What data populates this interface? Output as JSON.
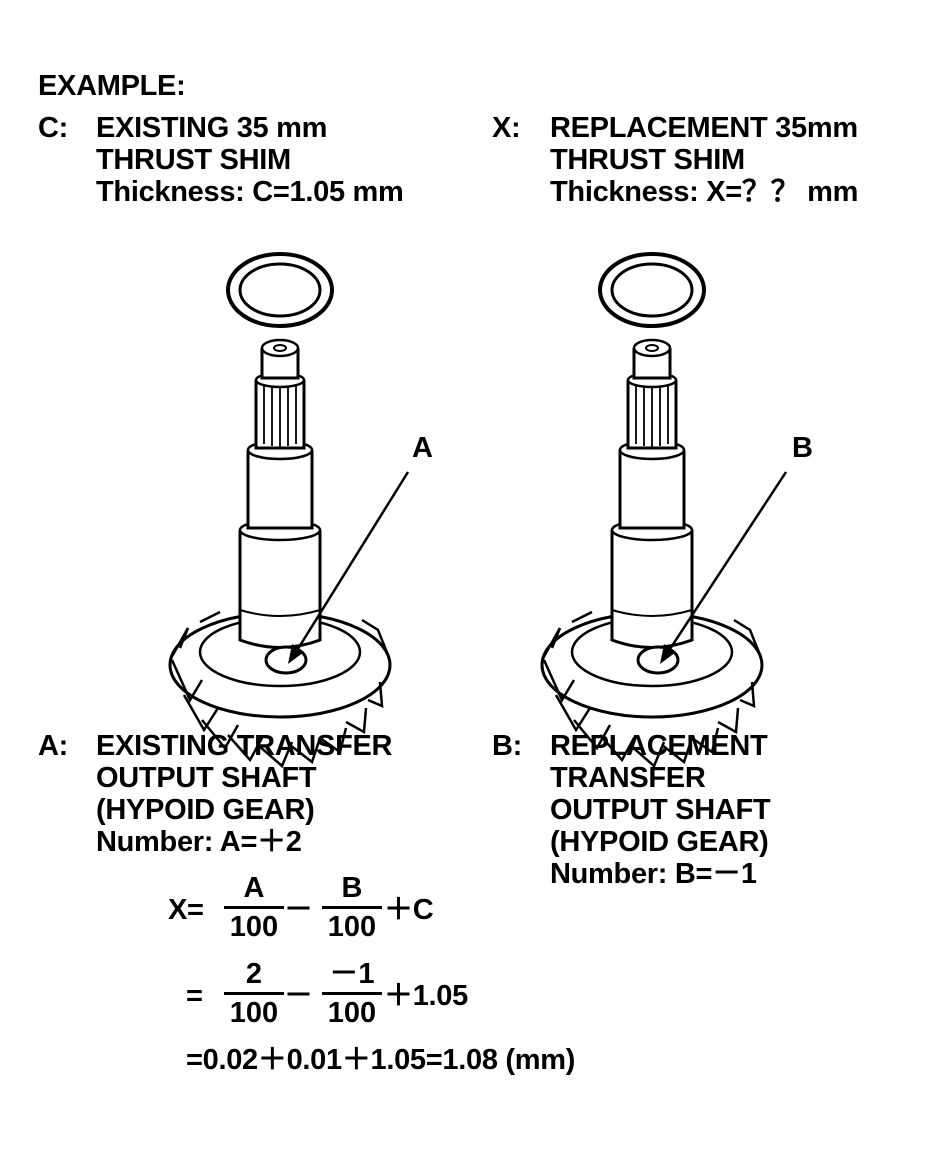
{
  "heading": "EXAMPLE:",
  "left_shim": {
    "letter": "C:",
    "line1": "EXISTING 35 mm",
    "line2": "THRUST SHIM",
    "line3": "Thickness: C=1.05 mm"
  },
  "right_shim": {
    "letter": "X:",
    "line1": "REPLACEMENT 35mm",
    "line2": "THRUST SHIM",
    "line3": "Thickness: X=？？ mm"
  },
  "callouts": {
    "left": "A",
    "right": "B"
  },
  "left_shaft": {
    "letter": "A:",
    "line1": "EXISTING TRANSFER",
    "line2": "OUTPUT SHAFT",
    "line3": "(HYPOID GEAR)",
    "line4": "Number: A=＋2"
  },
  "right_shaft": {
    "letter": "B:",
    "line1": "REPLACEMENT",
    "line2": "TRANSFER",
    "line3": "OUTPUT SHAFT",
    "line4": "(HYPOID GEAR)",
    "line5": "Number: B=－1"
  },
  "formula": {
    "row1": {
      "lead": "X=",
      "frac1_num": "A",
      "frac1_den": "100",
      "op1": "－",
      "frac2_num": "B",
      "frac2_den": "100",
      "tail": "＋C"
    },
    "row2": {
      "lead": "=",
      "frac1_num": "2",
      "frac1_den": "100",
      "op1": "－",
      "frac2_num": "－1",
      "frac2_den": "100",
      "tail": "＋1.05"
    },
    "row3": "=0.02＋0.01＋1.05=1.08 (mm)"
  }
}
